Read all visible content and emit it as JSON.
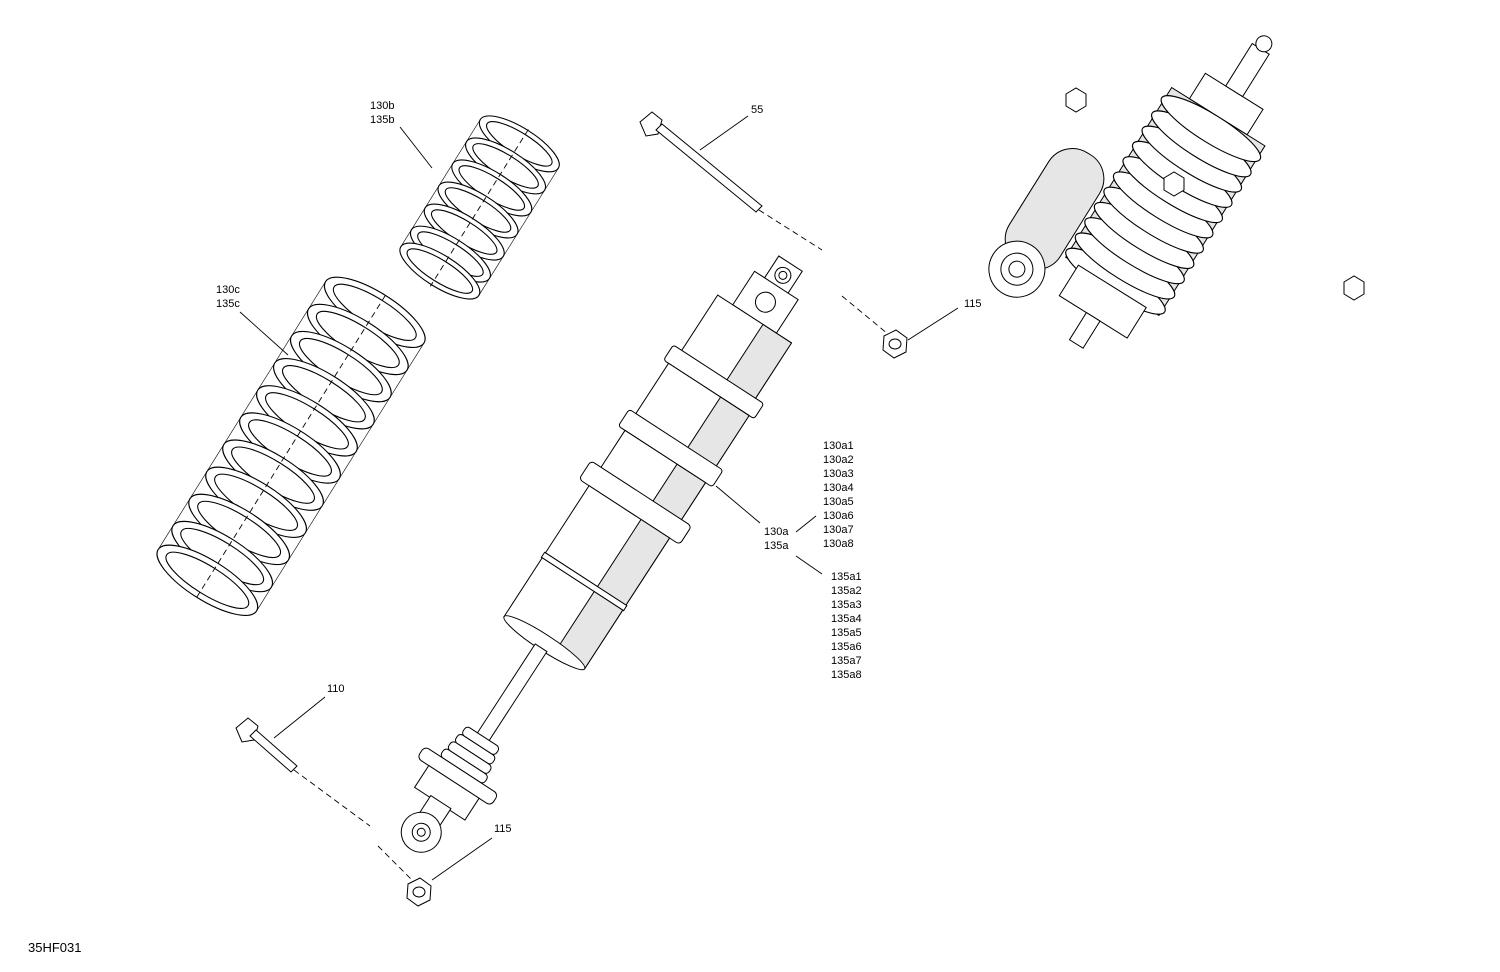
{
  "callouts": {
    "spring_upper": [
      "130b",
      "135b"
    ],
    "spring_lower": [
      "130c",
      "135c"
    ],
    "bolt_upper": "55",
    "bolt_lower": "110",
    "nut_upper": "115",
    "nut_lower": "115",
    "shock_main": [
      "130a",
      "135a"
    ],
    "shock_variants_130": [
      "130a1",
      "130a2",
      "130a3",
      "130a4",
      "130a5",
      "130a6",
      "130a7",
      "130a8"
    ],
    "shock_variants_135": [
      "135a1",
      "135a2",
      "135a3",
      "135a4",
      "135a5",
      "135a6",
      "135a7",
      "135a8"
    ]
  },
  "figure_id": "35HF031"
}
